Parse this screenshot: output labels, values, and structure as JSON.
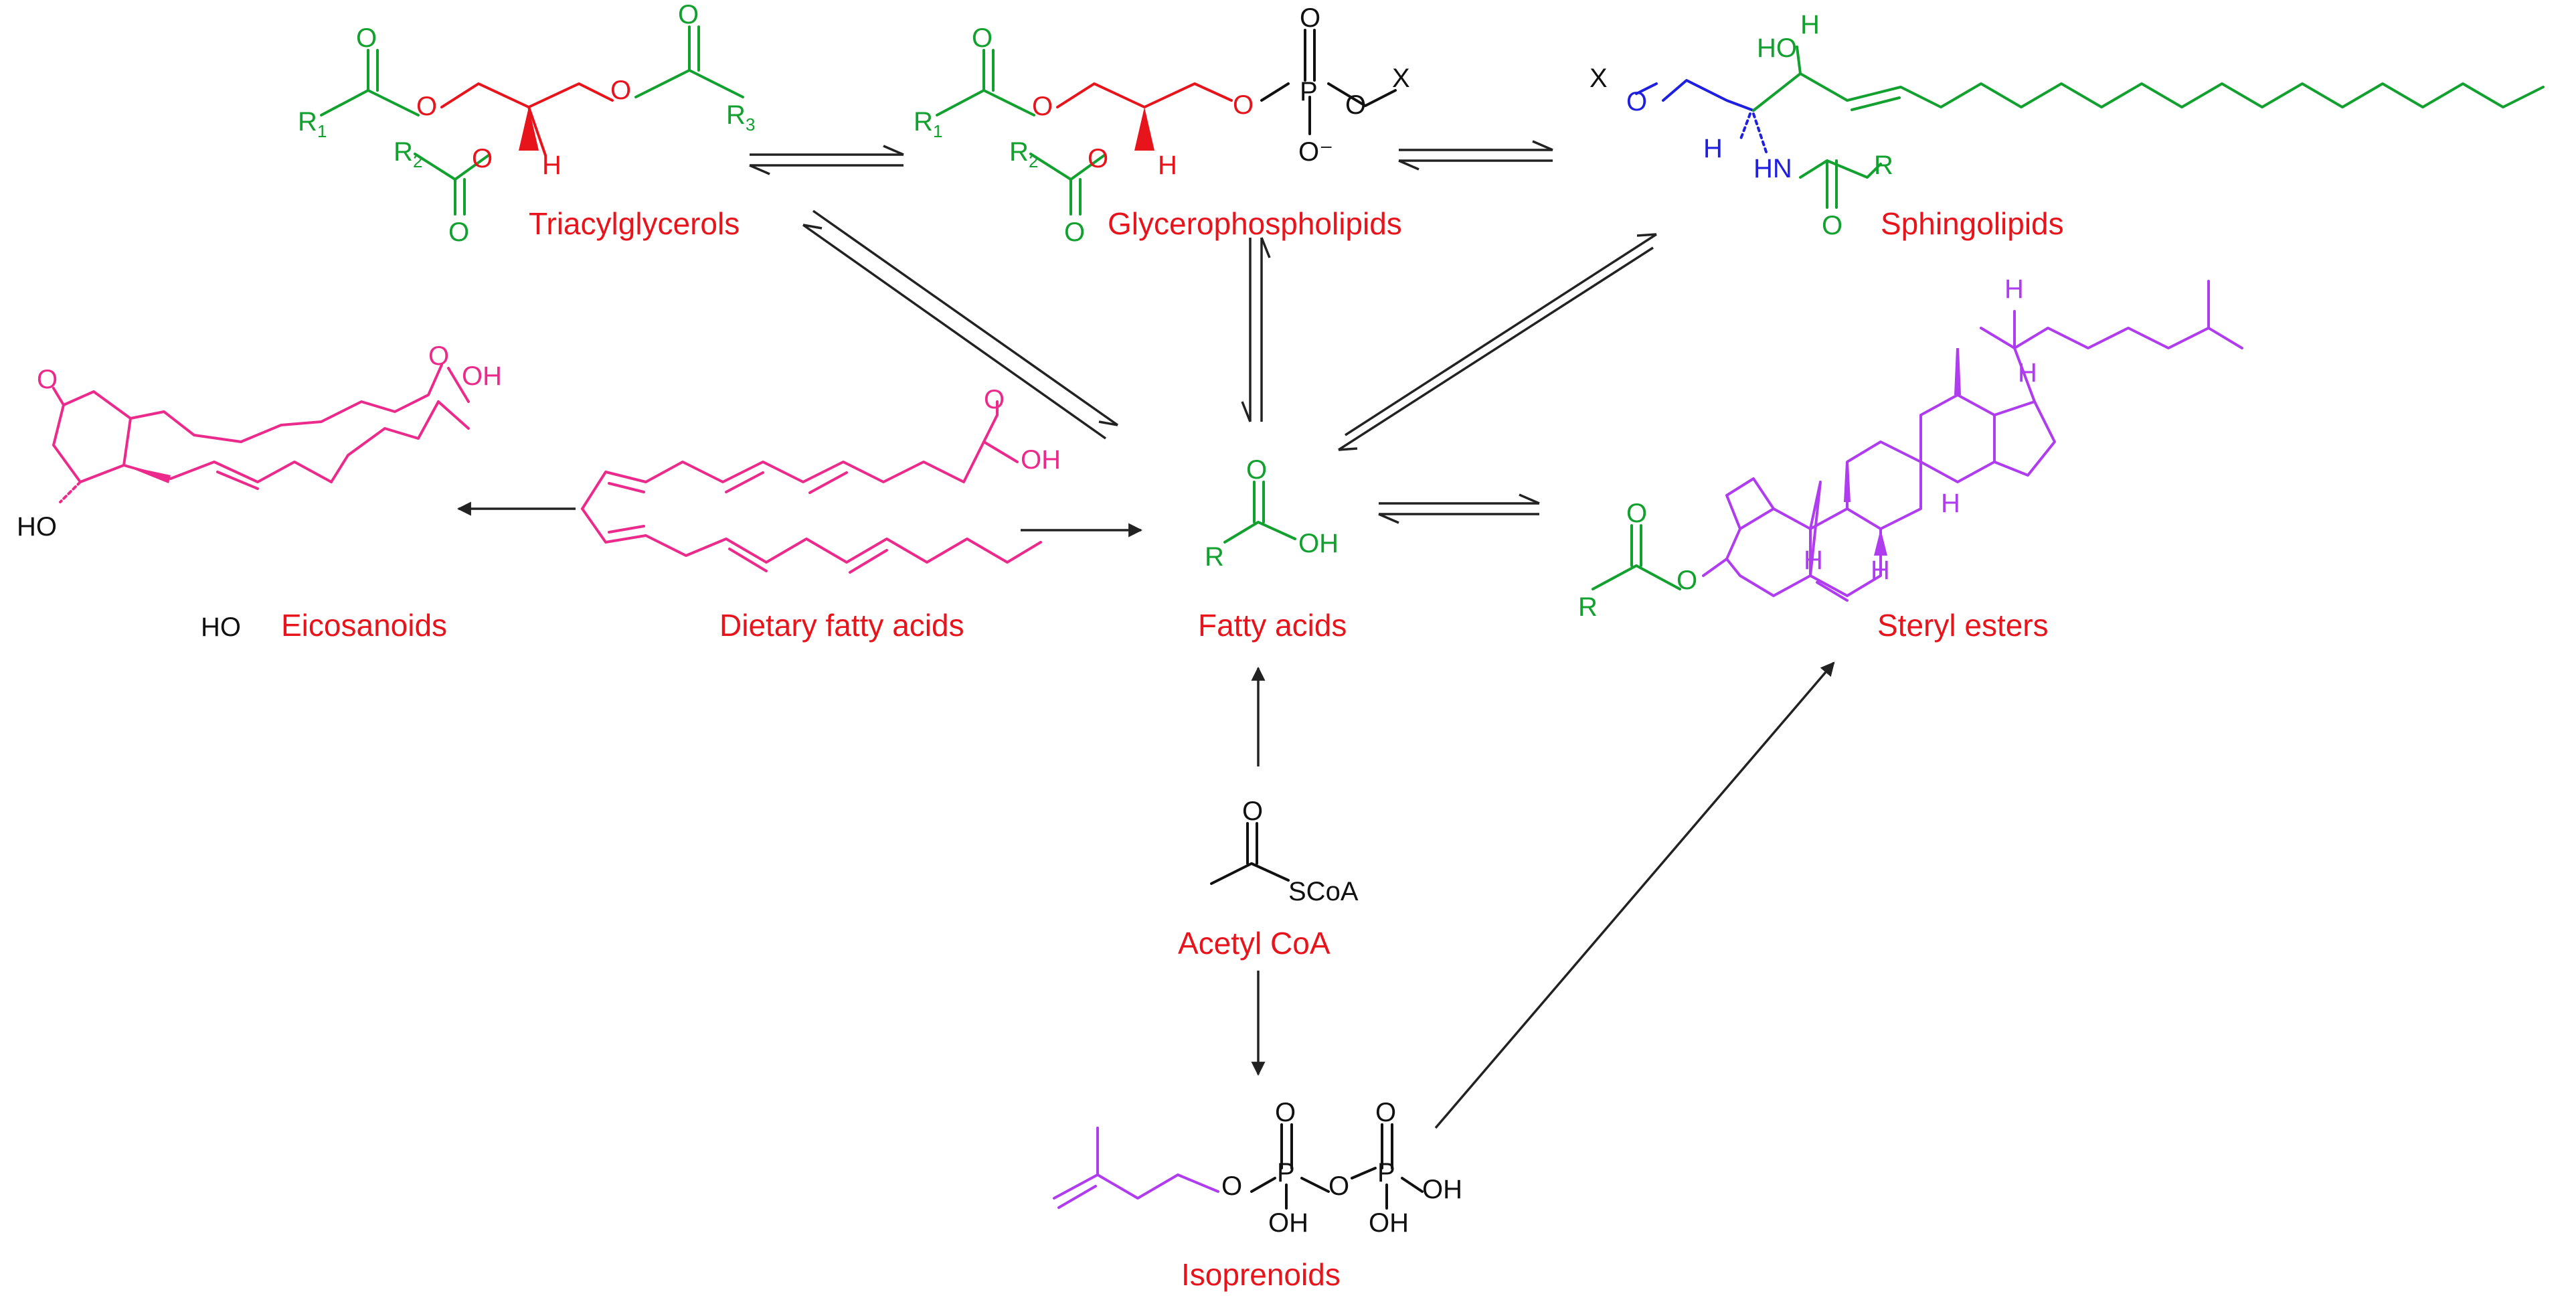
{
  "colors": {
    "label": "#e8141c",
    "green": "#12a02e",
    "red": "#e8141c",
    "blue": "#1f1fe0",
    "magenta": "#ec2a8c",
    "purple": "#b03cf0",
    "black": "#111111",
    "arrow": "#222222"
  },
  "labels": {
    "triacylglycerols": "Triacylglycerols",
    "glycerophospholipids": "Glycerophospholipids",
    "sphingolipids": "Sphingolipids",
    "eicosanoids": "Eicosanoids",
    "dietary_fatty_acids": "Dietary fatty acids",
    "fatty_acids": "Fatty acids",
    "steryl_esters": "Steryl esters",
    "acetyl_coa": "Acetyl CoA",
    "isoprenoids": "Isoprenoids"
  },
  "atoms": {
    "o": "O",
    "oh": "OH",
    "ho": "HO",
    "h": "H",
    "hn": "HN",
    "r": "R",
    "x": "X",
    "p": "P",
    "scoa": "SCoA",
    "o_minus": "O⁻",
    "r1": "R",
    "r2": "R",
    "r3": "R",
    "sub1": "1",
    "sub2": "2",
    "sub3": "3"
  }
}
